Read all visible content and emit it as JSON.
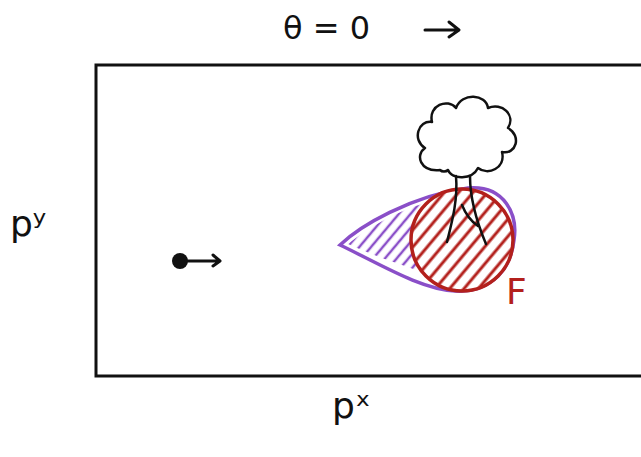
{
  "diagram": {
    "title": "θ = 0",
    "labels": [
      "pʸ",
      "pˣ",
      "F"
    ]
  }
}
